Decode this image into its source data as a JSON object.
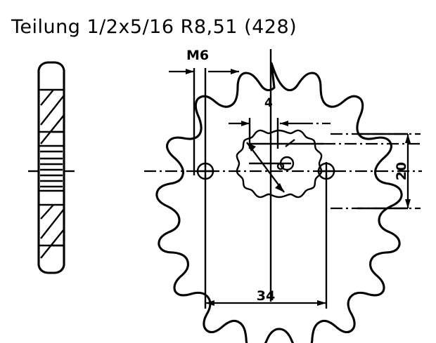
{
  "document": {
    "type": "engineering-drawing",
    "subject": "motorcycle front chain sprocket",
    "background_color": "#ffffff",
    "line_color": "#000000"
  },
  "title": {
    "full_text": "Teilung 1/2x5/16 R8,51 (428)",
    "label": "Teilung",
    "pitch": "1/2x5/16",
    "roller": "R8,51",
    "chain_code": "(428)"
  },
  "dimensions": {
    "thread": "M6",
    "tooth_width": "4",
    "bolt_spacing_vertical": "20",
    "bolt_spacing_horizontal": "34"
  },
  "views": {
    "side_view": {
      "name": "side-section-view",
      "description": "vertical cross-section of sprocket with hatched rim and splined hub"
    },
    "front_view": {
      "name": "front-view",
      "description": "sprocket face showing teeth, splined bore and two bolt holes"
    }
  },
  "features": {
    "tooth_count": 14,
    "bolt_hole_count": 2,
    "splined_bore": "splined-hub-bore"
  }
}
